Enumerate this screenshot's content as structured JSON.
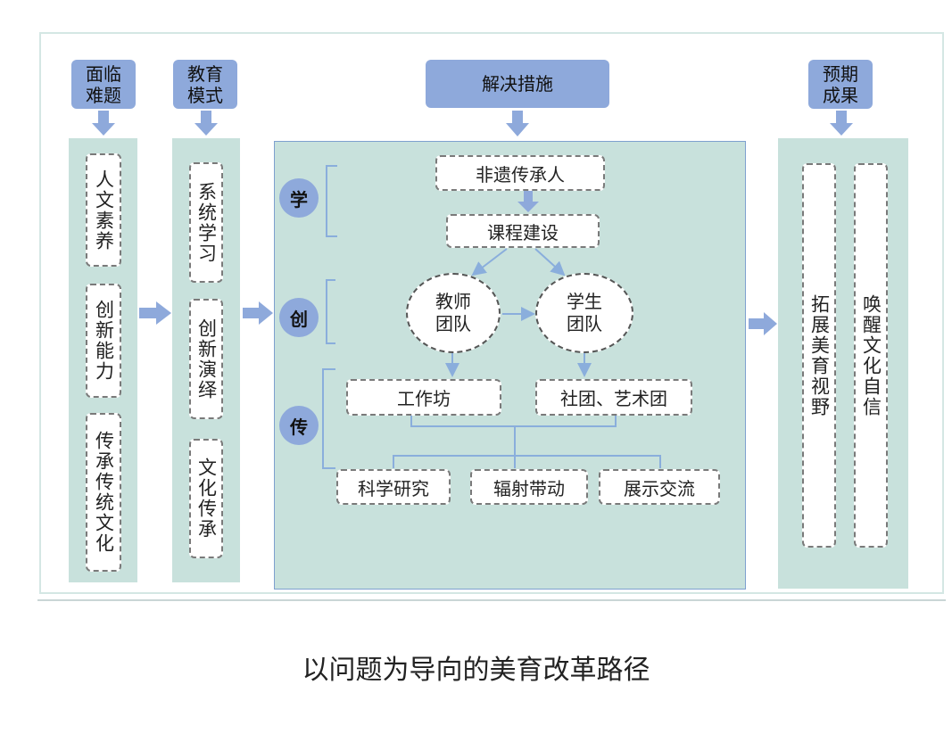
{
  "headers": {
    "problems": "面临\n难题",
    "model": "教育\n模式",
    "measures": "解决措施",
    "outcomes": "预期\n成果"
  },
  "problems": [
    "人文素养",
    "创新能力",
    "传承传统文化"
  ],
  "model": [
    "系统学习",
    "创新演绎",
    "文化传承"
  ],
  "stages": {
    "learn": "学",
    "create": "创",
    "pass": "传"
  },
  "measures": {
    "inheritor": "非遗传承人",
    "course": "课程建设",
    "teacher_team": "教师\n团队",
    "student_team": "学生\n团队",
    "workshop": "工作坊",
    "clubs": "社团、艺术团",
    "research": "科学研究",
    "radiate": "辐射带动",
    "exhibit": "展示交流"
  },
  "outcomes": [
    "拓展美育视野",
    "唤醒文化自信"
  ],
  "caption": "以问题为导向的美育改革路径",
  "colors": {
    "header": "#8ea9db",
    "panel": "#c8e1dc",
    "arrow": "#8ea9db",
    "line": "#8aaedc",
    "border": "#7a7a7a"
  }
}
